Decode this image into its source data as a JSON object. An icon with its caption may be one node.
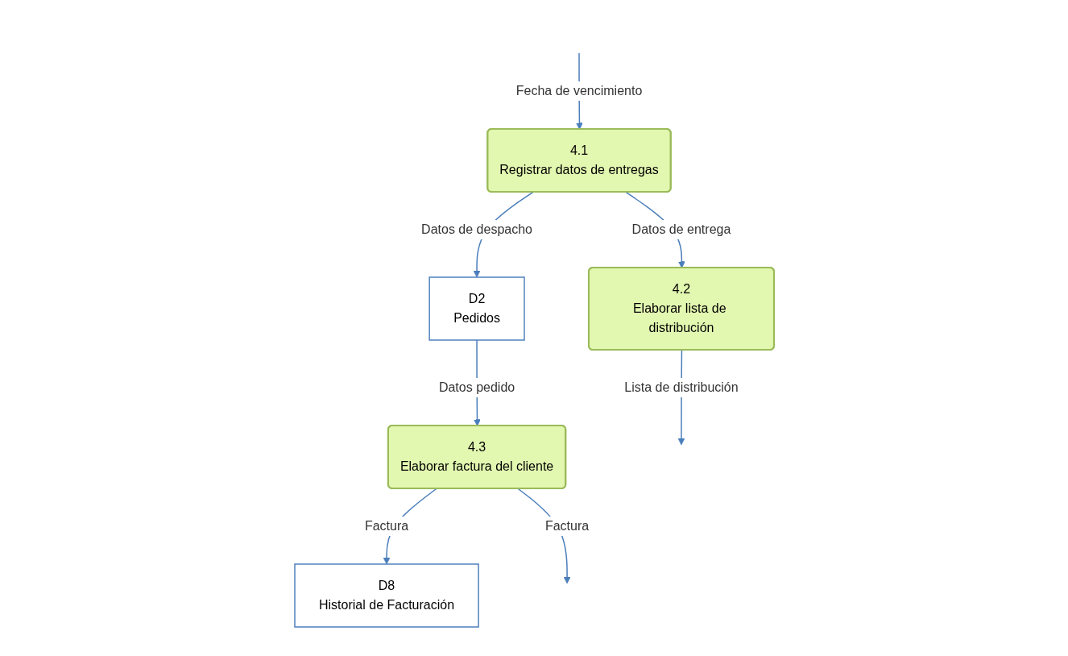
{
  "diagram": {
    "nodes": [
      {
        "text": [
          "4.1",
          "Registrar datos de entregas"
        ]
      },
      {
        "text": [
          "D2",
          "Pedidos"
        ]
      },
      {
        "text": [
          "4.2",
          "Elaborar lista de distribución"
        ]
      },
      {
        "text": [
          "4.3",
          "Elaborar factura del cliente"
        ]
      },
      {
        "text": [
          "D8",
          "Historial de Facturación"
        ]
      }
    ],
    "edges": [
      {
        "from": null,
        "to": 0,
        "arrow": "to",
        "label": "Fecha de vencimiento"
      },
      {
        "from": 0,
        "to": 1,
        "arrow": "to",
        "label": "Datos de despacho"
      },
      {
        "from": 0,
        "to": 2,
        "arrow": "to",
        "label": "Datos de entrega"
      },
      {
        "from": 1,
        "to": 3,
        "arrow": "to",
        "label": "Datos pedido"
      },
      {
        "from": 3,
        "to": 4,
        "arrow": "to",
        "label": "Factura"
      },
      {
        "from": 2,
        "to": null,
        "arrow": "to",
        "label": "Lista de distribución"
      },
      {
        "from": 3,
        "to": null,
        "arrow": "to",
        "label": "Factura"
      }
    ]
  }
}
